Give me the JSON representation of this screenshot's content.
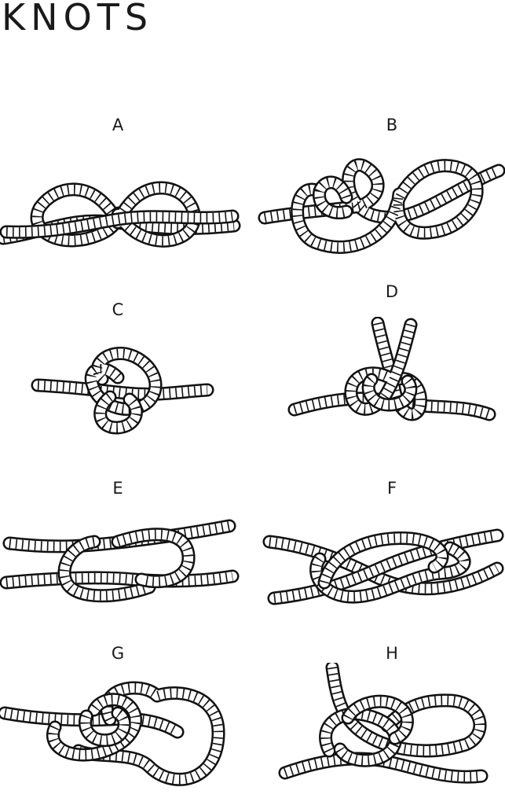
{
  "title": "KNOTS",
  "knots": [
    {
      "label": "A",
      "icon": "double-loop-knot-icon"
    },
    {
      "label": "B",
      "icon": "bowline-style-knot-icon"
    },
    {
      "label": "C",
      "icon": "stopper-knot-icon"
    },
    {
      "label": "D",
      "icon": "upright-ends-knot-icon"
    },
    {
      "label": "E",
      "icon": "two-rope-bend-icon"
    },
    {
      "label": "F",
      "icon": "crossed-bend-icon"
    },
    {
      "label": "G",
      "icon": "figure-loop-knot-icon"
    },
    {
      "label": "H",
      "icon": "standing-end-loop-knot-icon"
    }
  ]
}
